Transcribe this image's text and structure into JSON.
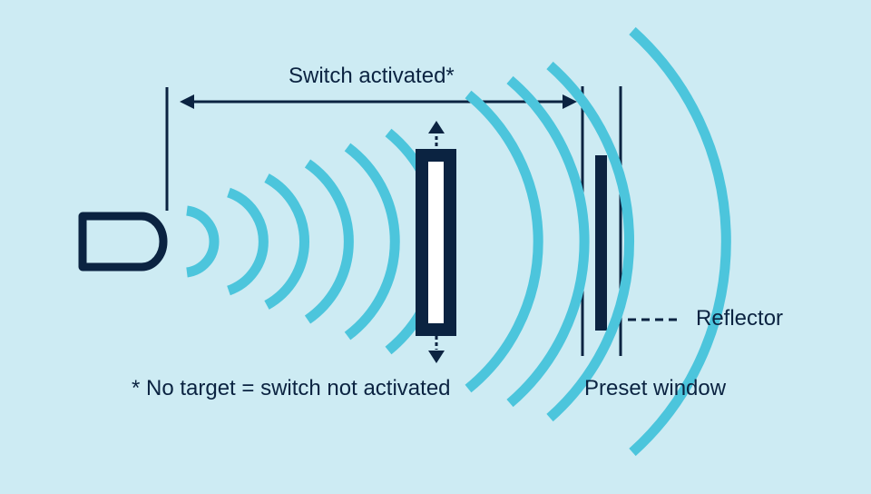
{
  "labels": {
    "switch_activated": "Switch activated*",
    "note": "* No target = switch not activated",
    "preset_window": "Preset window",
    "reflector": "Reflector"
  },
  "icons": {
    "sensor": "sensor-icon",
    "target": "target-icon",
    "reflector": "reflector-icon"
  },
  "colors": {
    "background": "#cdebf3",
    "navy": "#0b2341",
    "wave": "#4cc5dc",
    "target_fill": "#ffffff"
  }
}
